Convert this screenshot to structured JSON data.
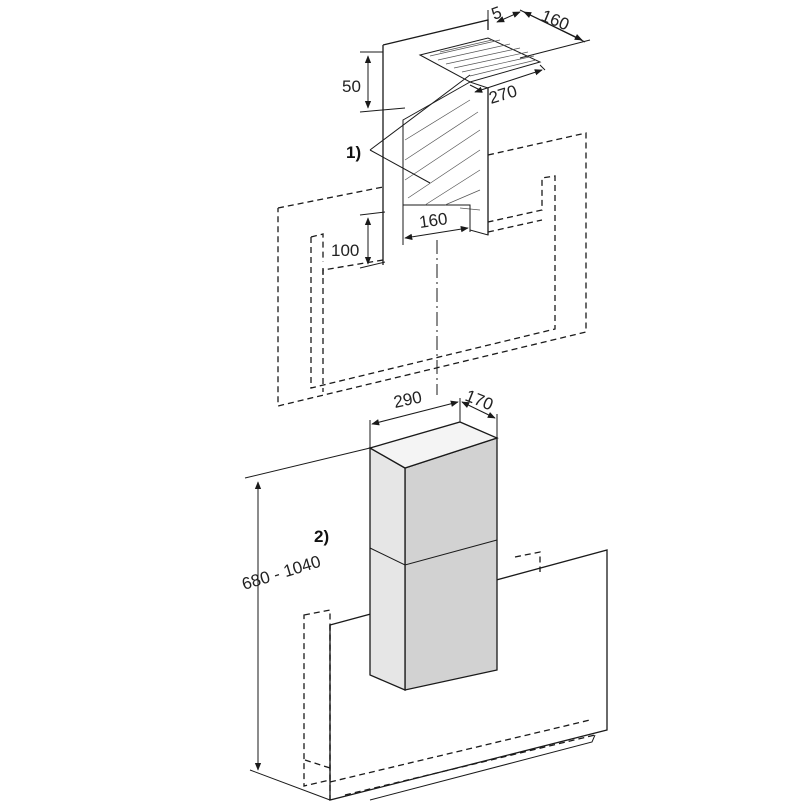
{
  "dimensions": {
    "top_depth_offset": "5",
    "top_width": "160",
    "height_offset": "50",
    "depth": "270",
    "lower_height_offset": "100",
    "lower_width": "160",
    "chimney_width": "290",
    "chimney_depth": "170",
    "chimney_height_range": "680 - 1040"
  },
  "references": {
    "ref1": "1)",
    "ref2": "2)"
  },
  "colors": {
    "line": "#1a1a1a",
    "chimney_front": "#e6e6e6",
    "chimney_side": "#d2d2d2",
    "chimney_top": "#f4f4f4"
  }
}
